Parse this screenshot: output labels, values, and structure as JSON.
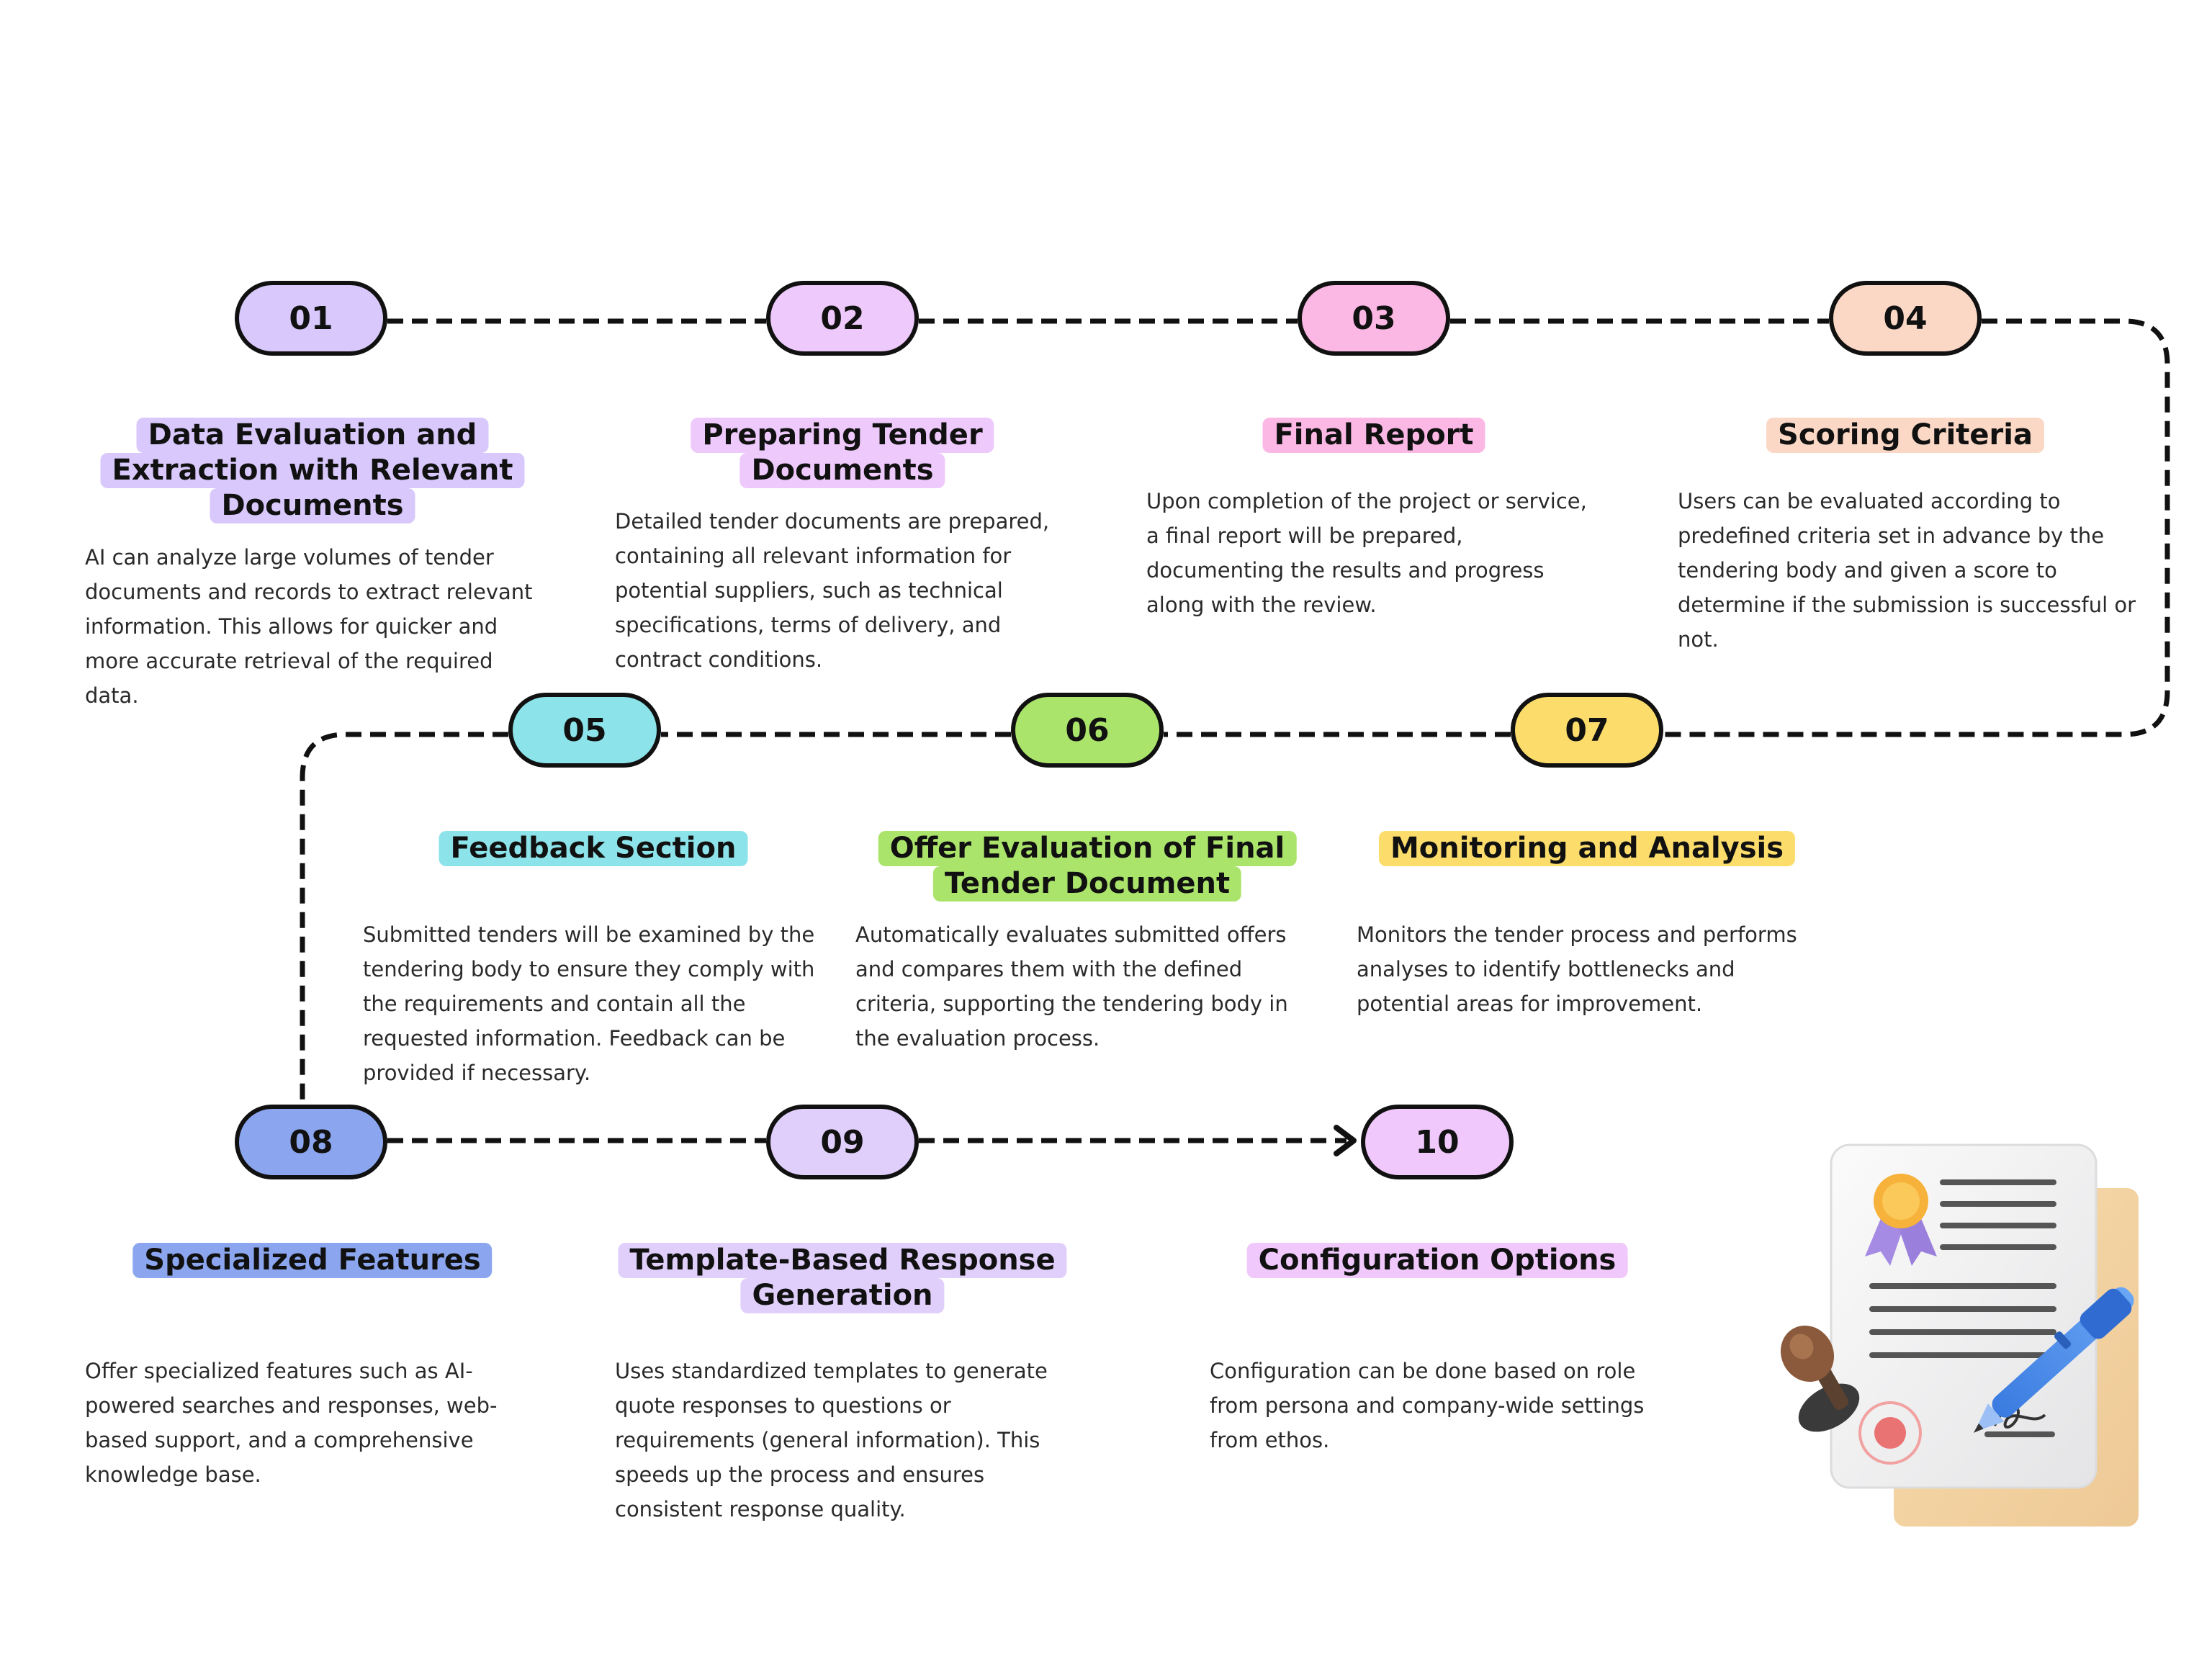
{
  "colors": {
    "step01": "#d8c8fb",
    "step02": "#eec9fb",
    "step03": "#fbb8e4",
    "step04": "#fbd8c6",
    "step05": "#8ce3e9",
    "step06": "#abe46b",
    "step07": "#fcdc6b",
    "step08": "#8ba6ef",
    "step09": "#e0cffb",
    "step10": "#f0c8fb",
    "outline": "#111111"
  },
  "steps": [
    {
      "number": "01",
      "title_lines": [
        "Data Evaluation and",
        "Extraction with Relevant",
        "Documents"
      ],
      "text_lines": [
        "AI can analyze large volumes of tender",
        "documents and records to extract relevant",
        "information. This allows for quicker and",
        "more accurate retrieval of the required",
        "data."
      ]
    },
    {
      "number": "02",
      "title_lines": [
        "Preparing Tender",
        "Documents"
      ],
      "text_lines": [
        "Detailed tender documents are prepared,",
        "containing all relevant information for",
        "potential suppliers, such as technical",
        "specifications, terms of delivery, and",
        "contract conditions."
      ]
    },
    {
      "number": "03",
      "title_lines": [
        "Final Report"
      ],
      "text_lines": [
        "Upon completion of the project or service,",
        "a final report will be prepared,",
        "documenting the results and progress",
        "along with the review."
      ]
    },
    {
      "number": "04",
      "title_lines": [
        "Scoring Criteria"
      ],
      "text_lines": [
        "Users can be evaluated according to",
        "predefined criteria set in advance by the",
        "tendering body and given a score to",
        "determine if the submission is successful or",
        "not."
      ]
    },
    {
      "number": "05",
      "title_lines": [
        "Feedback Section"
      ],
      "text_lines": [
        "Submitted tenders will be examined by the",
        "tendering body to ensure they comply with",
        "the requirements and contain all the",
        "requested information. Feedback can be",
        "provided if necessary."
      ]
    },
    {
      "number": "06",
      "title_lines": [
        "Offer Evaluation of Final",
        "Tender Document"
      ],
      "text_lines": [
        "Automatically evaluates submitted offers",
        "and compares them with the defined",
        "criteria, supporting the tendering body in",
        "the evaluation process."
      ]
    },
    {
      "number": "07",
      "title_lines": [
        "Monitoring and Analysis"
      ],
      "text_lines": [
        "Monitors the tender process and performs",
        "analyses to identify bottlenecks and",
        "potential areas for improvement."
      ]
    },
    {
      "number": "08",
      "title_lines": [
        "Specialized Features"
      ],
      "text_lines": [
        "Offer specialized features such as AI-",
        "powered searches and responses, web-",
        "based support, and a comprehensive",
        "knowledge base."
      ]
    },
    {
      "number": "09",
      "title_lines": [
        "Template-Based Response",
        "Generation"
      ],
      "text_lines": [
        "Uses standardized templates to generate",
        "quote responses to questions or",
        "requirements (general information). This",
        "speeds up the process and ensures",
        "consistent response quality."
      ]
    },
    {
      "number": "10",
      "title_lines": [
        "Configuration Options"
      ],
      "text_lines": [
        "Configuration can be done based on role",
        "from persona and company-wide settings",
        "from ethos."
      ]
    }
  ],
  "illustration": {
    "icon": "signed-contract-icon"
  }
}
